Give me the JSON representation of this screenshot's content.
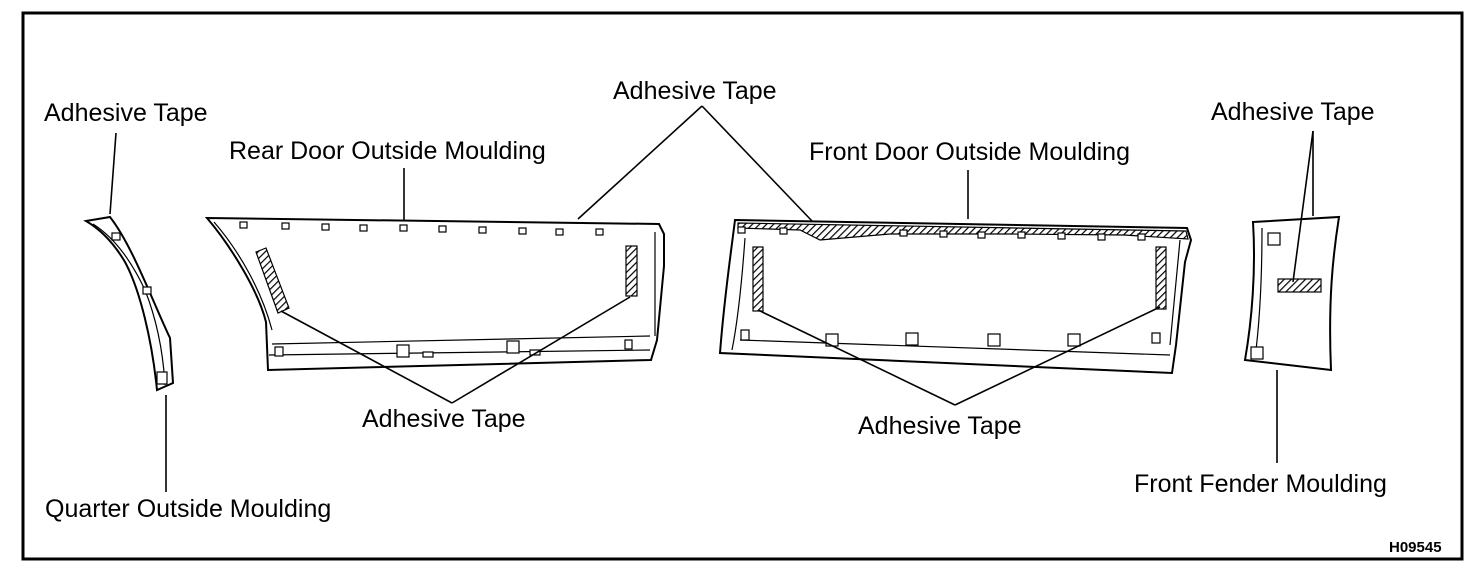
{
  "diagram": {
    "figure_code": "H09545",
    "labels": {
      "quarter_tape": "Adhesive Tape",
      "quarter_moulding": "Quarter Outside Moulding",
      "rear_door_moulding": "Rear Door Outside Moulding",
      "top_center_tape": "Adhesive Tape",
      "front_door_moulding": "Front Door Outside Moulding",
      "fender_tape": "Adhesive Tape",
      "rear_door_tape": "Adhesive Tape",
      "front_door_tape": "Adhesive Tape",
      "fender_moulding": "Front Fender Moulding"
    }
  }
}
